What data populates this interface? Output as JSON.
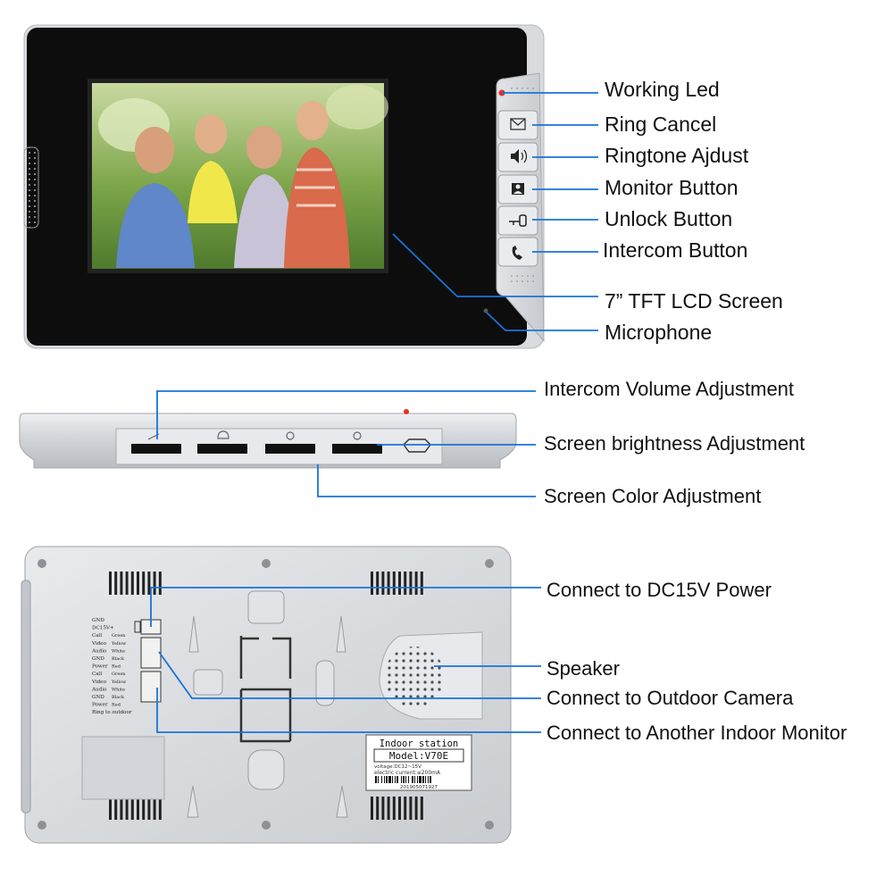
{
  "colors": {
    "leader": "#1a73d9",
    "bezel": "#0d0d0d",
    "silver": "#d6d8dc",
    "led": "#e53222"
  },
  "callouts": {
    "working_led": "Working Led",
    "ring_cancel": "Ring Cancel",
    "ringtone_adjust": "Ringtone Ajdust",
    "monitor_button": "Monitor Button",
    "unlock_button": "Unlock Button",
    "intercom_button": "Intercom Button",
    "lcd_screen": "7” TFT LCD Screen",
    "microphone": "Microphone",
    "intercom_volume": "Intercom Volume Adjustment",
    "brightness": "Screen brightness Adjustment",
    "color": "Screen Color Adjustment",
    "dc_power": "Connect to DC15V Power",
    "speaker": "Speaker",
    "outdoor_camera": "Connect to Outdoor Camera",
    "another_monitor": "Connect to Another Indoor Monitor"
  },
  "buttons": [
    {
      "name": "ring-cancel",
      "icon": "envelope-icon"
    },
    {
      "name": "ringtone-adjust",
      "icon": "speaker-icon"
    },
    {
      "name": "monitor",
      "icon": "person-icon"
    },
    {
      "name": "unlock",
      "icon": "key-icon"
    },
    {
      "name": "intercom",
      "icon": "phone-icon"
    }
  ],
  "back_label": {
    "title": "Indoor station",
    "model": "Model:V70E",
    "voltage": "voltage:DC12~15V",
    "current": "electric current:≤200mA",
    "serial": "201905071927"
  },
  "wiring": [
    "GND",
    "DC15V+",
    "Call",
    "Video",
    "Audio",
    "GND",
    "Power",
    "Call",
    "Video",
    "Audio",
    "GND",
    "Power",
    "Ring to outdoor"
  ],
  "wire_colors": [
    "",
    "",
    "Green",
    "Yellow",
    "White",
    "Black",
    "Red",
    "Green",
    "Yellow",
    "White",
    "Black",
    "Red",
    ""
  ]
}
